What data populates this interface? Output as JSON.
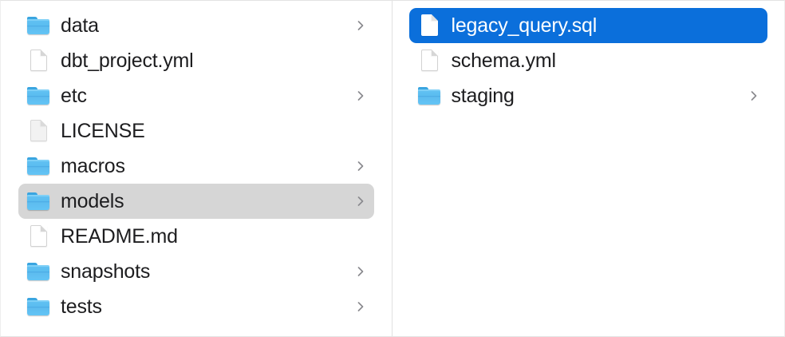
{
  "app": {
    "name": "Finder",
    "view_mode": "column"
  },
  "theme": {
    "background": "#ffffff",
    "selection_active": "#0b6fdb",
    "selection_inactive": "#d6d6d6",
    "text": "#1d1d1f",
    "text_selected": "#ffffff",
    "divider": "#e0e0e0",
    "folder_blue": "#5bbdf0",
    "chevron": "#8a8a8e"
  },
  "columns": [
    {
      "id": "column-project-root",
      "name": "project-root-column",
      "items": [
        {
          "label": "data",
          "type": "folder",
          "icon": "folder-icon",
          "has_chevron": true,
          "selected": false,
          "selection_style": "none"
        },
        {
          "label": "dbt_project.yml",
          "type": "file",
          "icon": "document-icon",
          "has_chevron": false,
          "selected": false,
          "selection_style": "none"
        },
        {
          "label": "etc",
          "type": "folder",
          "icon": "folder-icon",
          "has_chevron": true,
          "selected": false,
          "selection_style": "none"
        },
        {
          "label": "LICENSE",
          "type": "file",
          "icon": "document-gray-icon",
          "has_chevron": false,
          "selected": false,
          "selection_style": "none"
        },
        {
          "label": "macros",
          "type": "folder",
          "icon": "folder-icon",
          "has_chevron": true,
          "selected": false,
          "selection_style": "none"
        },
        {
          "label": "models",
          "type": "folder",
          "icon": "folder-icon",
          "has_chevron": true,
          "selected": true,
          "selection_style": "gray"
        },
        {
          "label": "README.md",
          "type": "file",
          "icon": "document-icon",
          "has_chevron": false,
          "selected": false,
          "selection_style": "none"
        },
        {
          "label": "snapshots",
          "type": "folder",
          "icon": "folder-icon",
          "has_chevron": true,
          "selected": false,
          "selection_style": "none"
        },
        {
          "label": "tests",
          "type": "folder",
          "icon": "folder-icon",
          "has_chevron": true,
          "selected": false,
          "selection_style": "none"
        }
      ]
    },
    {
      "id": "column-models",
      "name": "models-column",
      "items": [
        {
          "label": "legacy_query.sql",
          "type": "file",
          "icon": "document-icon",
          "has_chevron": false,
          "selected": true,
          "selection_style": "blue"
        },
        {
          "label": "schema.yml",
          "type": "file",
          "icon": "document-icon",
          "has_chevron": false,
          "selected": false,
          "selection_style": "none"
        },
        {
          "label": "staging",
          "type": "folder",
          "icon": "folder-icon",
          "has_chevron": true,
          "selected": false,
          "selection_style": "none"
        }
      ]
    }
  ]
}
